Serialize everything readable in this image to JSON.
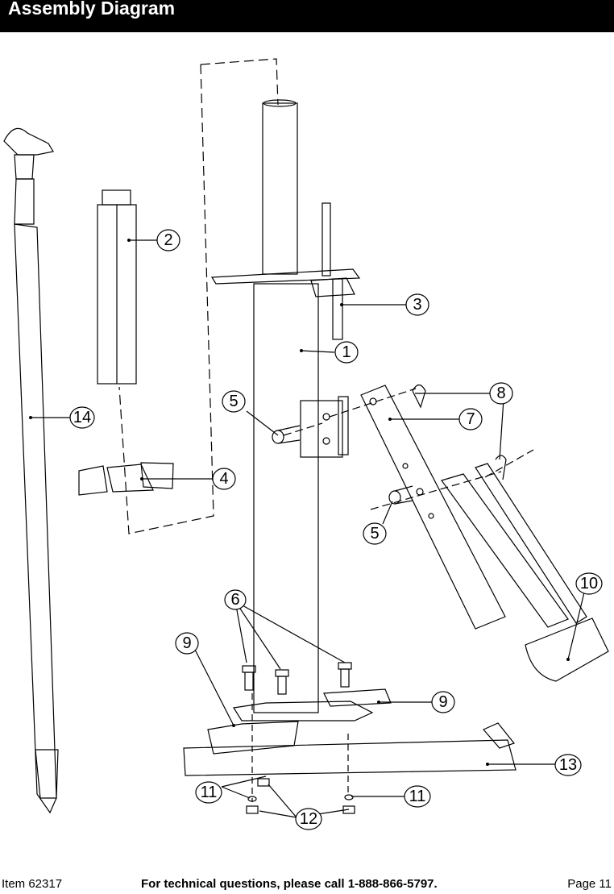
{
  "header": {
    "title": "Assembly Diagram"
  },
  "callouts": {
    "c1": "1",
    "c2": "2",
    "c3": "3",
    "c4": "4",
    "c5a": "5",
    "c5b": "5",
    "c6": "6",
    "c7": "7",
    "c8": "8",
    "c9a": "9",
    "c9b": "9",
    "c10": "10",
    "c11a": "11",
    "c11b": "11",
    "c12": "12",
    "c13": "13",
    "c14": "14"
  },
  "footer": {
    "item": "Item 62317",
    "help": "For technical questions, please call 1-888-866-5797.",
    "page": "Page 11"
  }
}
